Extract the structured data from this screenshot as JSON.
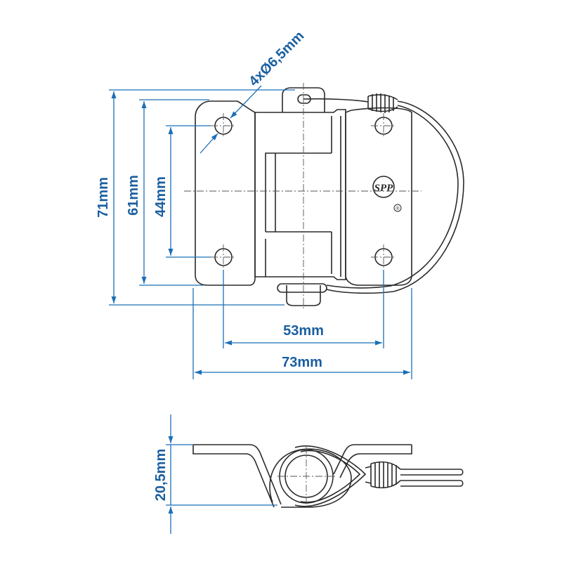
{
  "dimensions": {
    "holes": "4xØ6,5mm",
    "total_height": "71mm",
    "plate_height": "61mm",
    "hole_spacing_vertical": "44mm",
    "hole_spacing_horizontal": "53mm",
    "total_width": "73mm",
    "thickness": "20,5mm"
  },
  "logo": {
    "text": "SPP",
    "registered_mark": "®"
  },
  "colors": {
    "dimension": "#1a6fb8",
    "outline": "#2a2a2a"
  }
}
